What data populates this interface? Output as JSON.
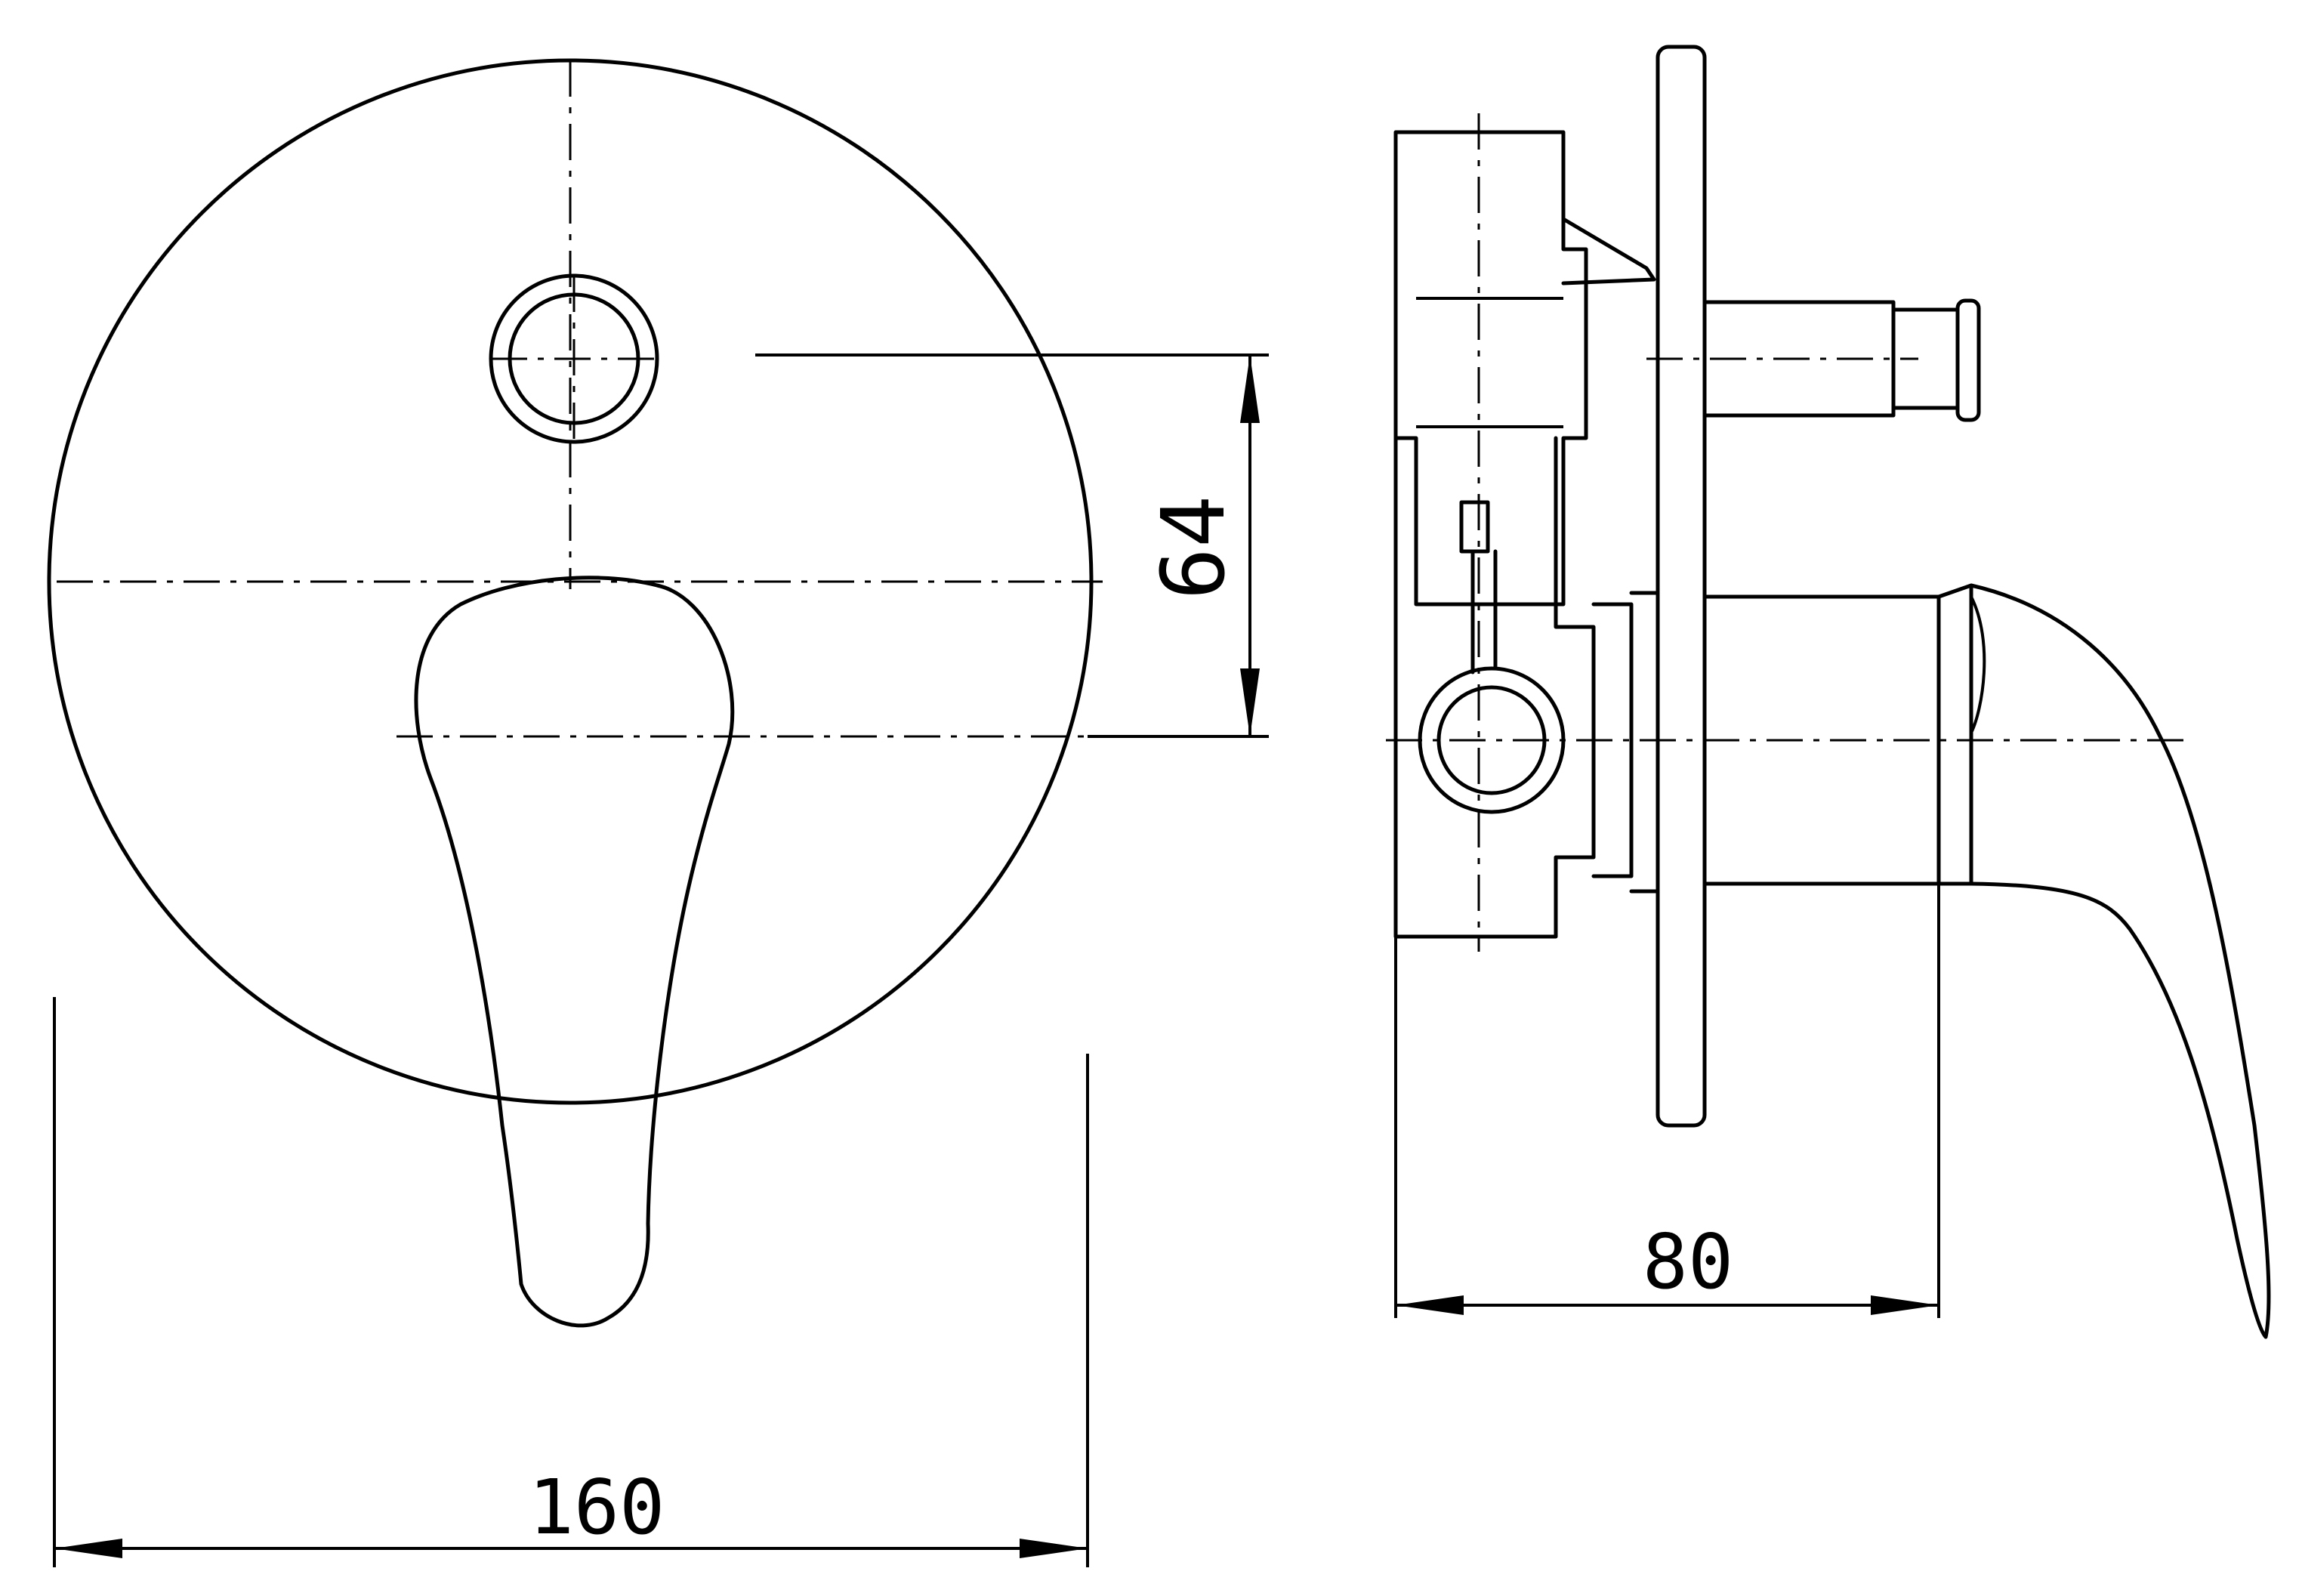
{
  "dimensions": {
    "front_width": "160",
    "spacing": "64",
    "side_depth": "80"
  }
}
